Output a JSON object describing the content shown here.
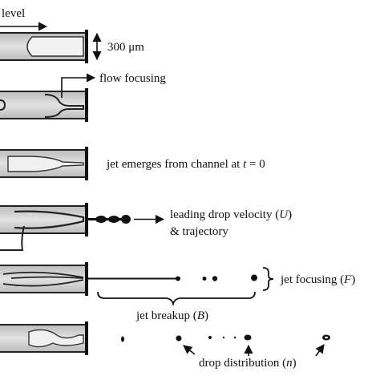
{
  "colors": {
    "ink": "#111111",
    "channel_fill": "#d4d4d4",
    "channel_fill_light": "#e6e6e6",
    "channel_edge": "#2a2a2a",
    "background": "#ffffff"
  },
  "panels": [
    {
      "id": "level",
      "label": "level",
      "dimension_label": "300 μm"
    },
    {
      "id": "flow-focusing",
      "label": "flow focusing"
    },
    {
      "id": "jet-emerges",
      "label_prefix": "jet emerges from channel at ",
      "label_var": "t",
      "label_suffix": " = 0"
    },
    {
      "id": "leading-drop",
      "label_line1_prefix": "leading drop velocity (",
      "label_line1_var": "U",
      "label_line1_suffix": ")",
      "label_line2": "& trajectory"
    },
    {
      "id": "jet-focusing",
      "label_prefix": "jet focusing (",
      "label_var": "F",
      "label_suffix": ")",
      "breakup_prefix": "jet breakup (",
      "breakup_var": "B",
      "breakup_suffix": ")"
    },
    {
      "id": "drop-distribution",
      "label_prefix": "drop distribution (",
      "label_var": "n",
      "label_suffix": ")"
    }
  ]
}
